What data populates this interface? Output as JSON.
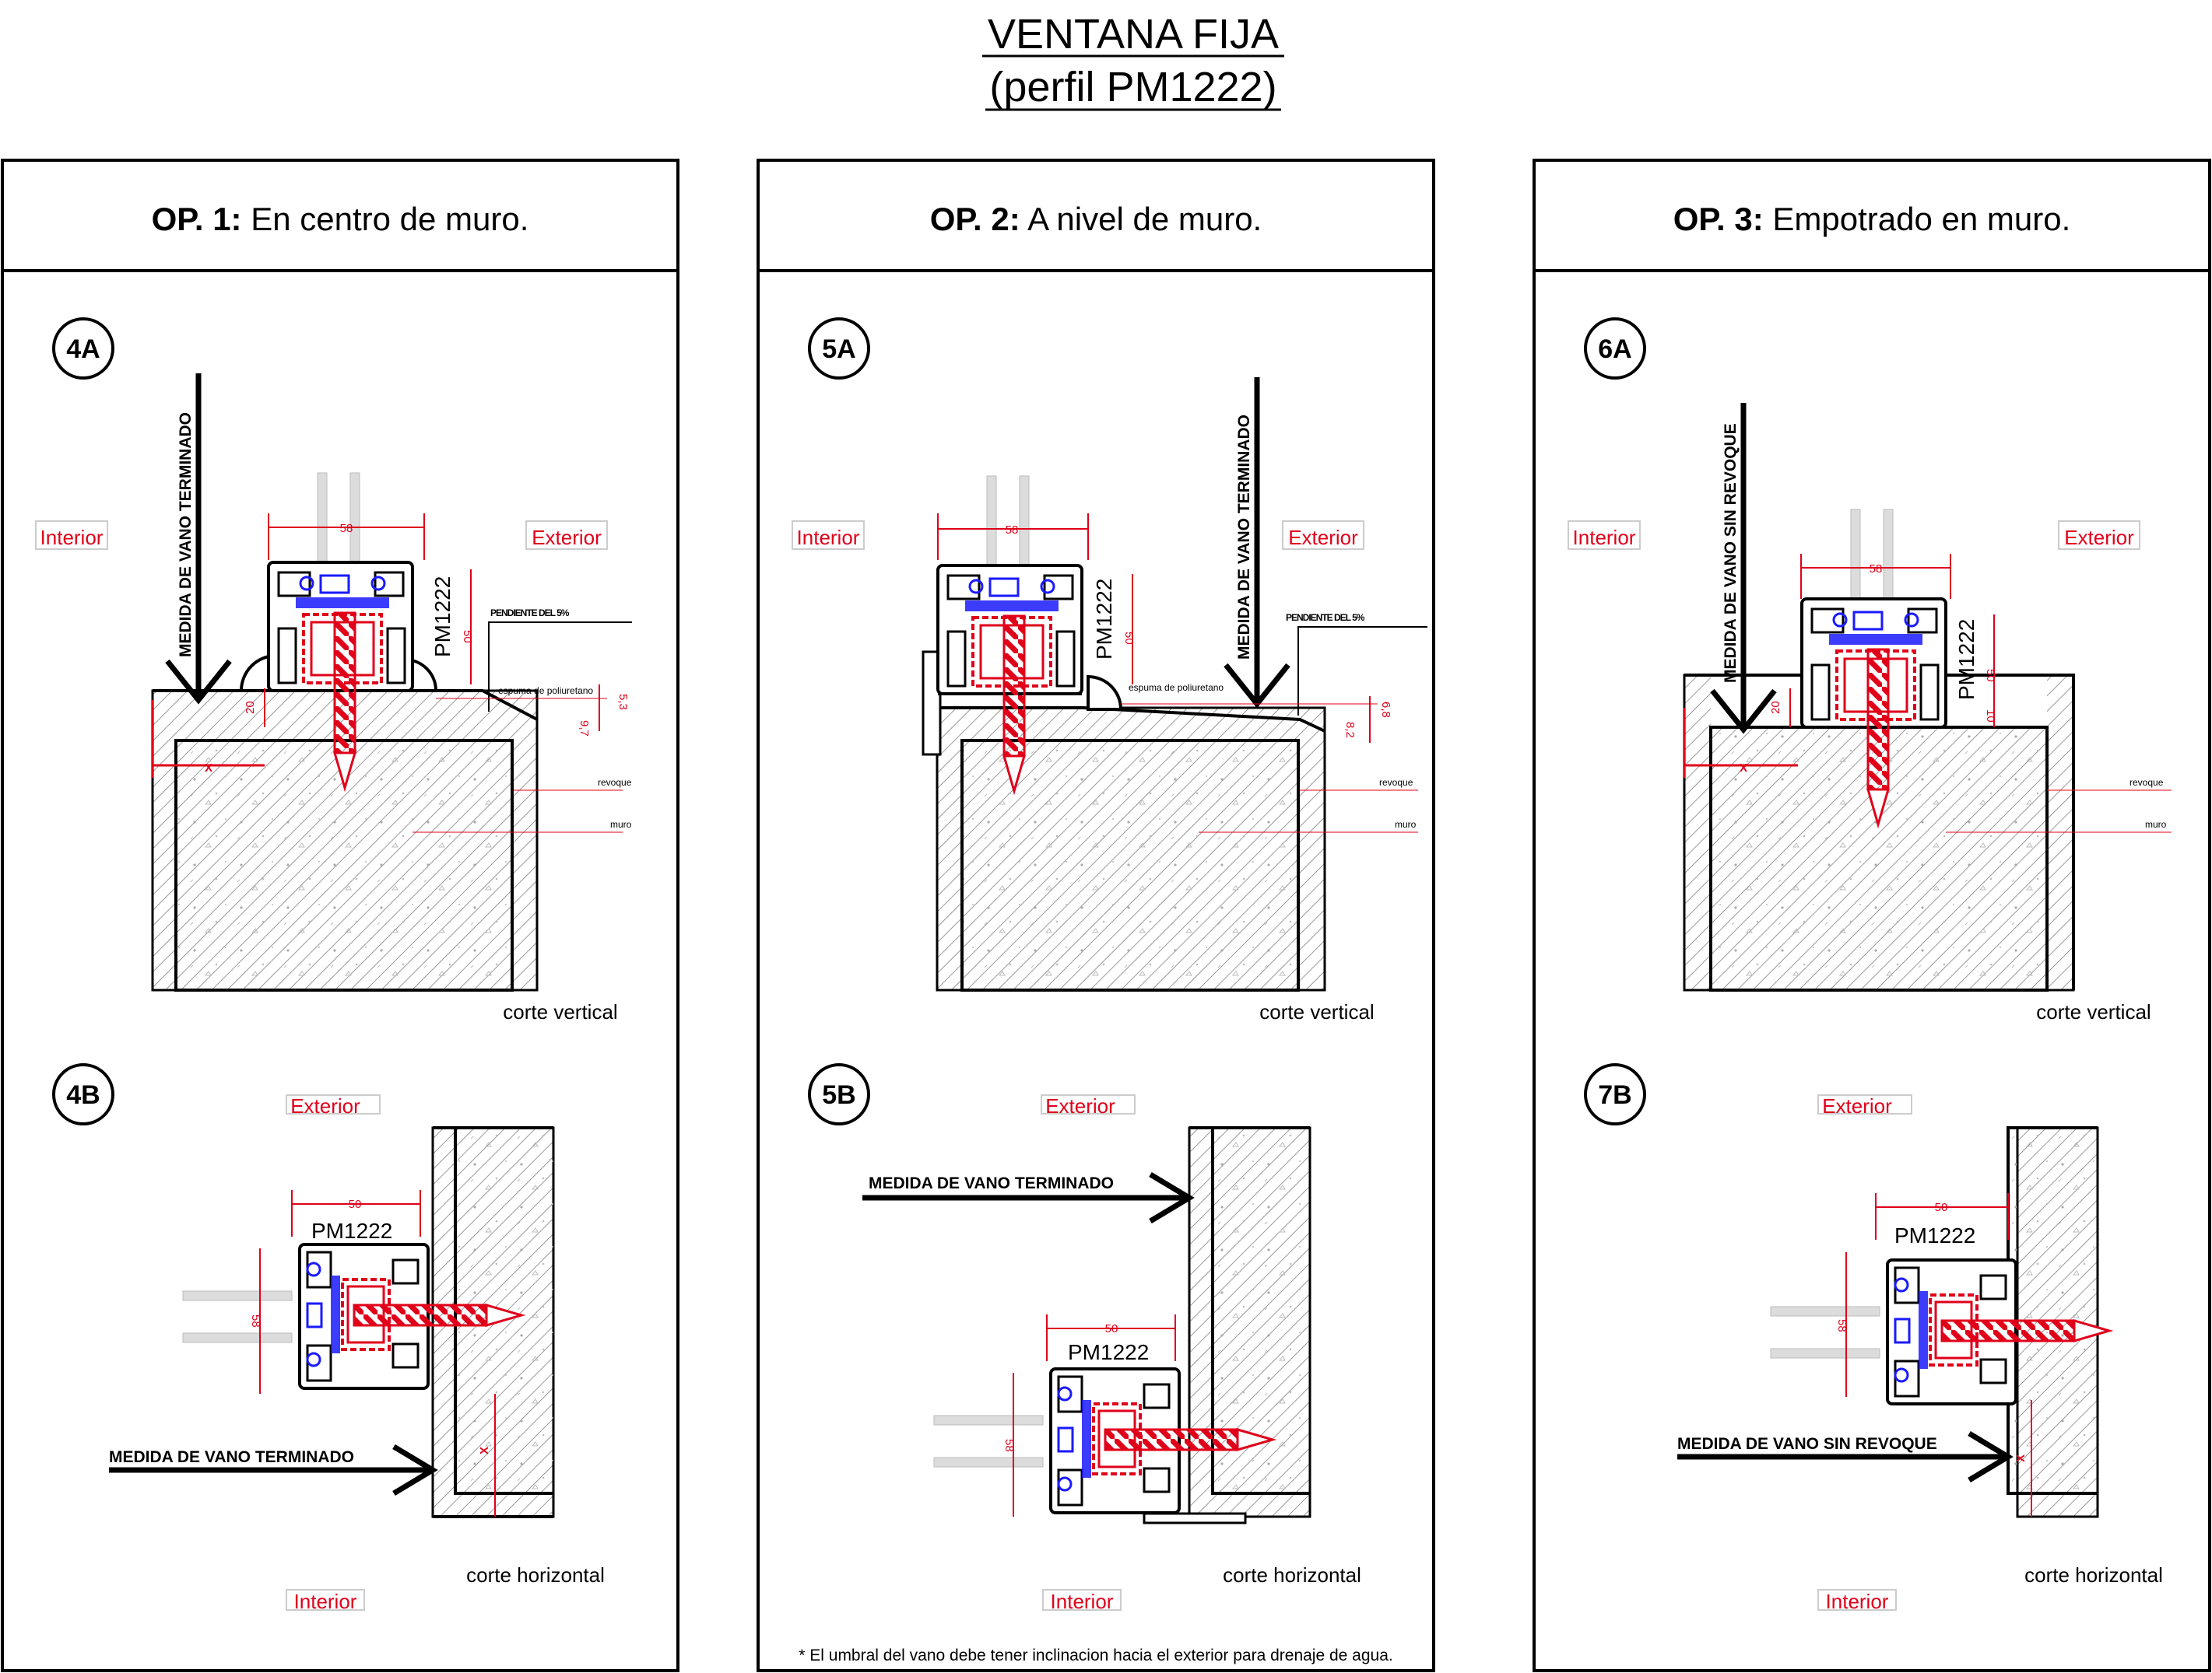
{
  "title": {
    "line1": "VENTANA FIJA",
    "line2": "(perfil PM1222)"
  },
  "panels": [
    {
      "op": "OP. 1:",
      "desc": " En centro de muro.",
      "top": "4A",
      "bottom": "4B",
      "interior": "Interior",
      "exterior": "Exterior",
      "vertical_label": "MEDIDA DE VANO TERMINADO",
      "horizontal_label": "MEDIDA DE VANO TERMINADO",
      "caption_top": "corte vertical",
      "caption_bottom": "corte horizontal"
    },
    {
      "op": "OP. 2:",
      "desc": " A nivel de muro.",
      "top": "5A",
      "bottom": "5B",
      "interior": "Interior",
      "exterior": "Exterior",
      "vertical_label": "MEDIDA DE VANO TERMINADO",
      "horizontal_label": "MEDIDA DE VANO TERMINADO",
      "caption_top": "corte vertical",
      "caption_bottom": "corte horizontal"
    },
    {
      "op": "OP. 3:",
      "desc": " Empotrado en muro.",
      "top": "6A",
      "bottom": "7B",
      "interior": "Interior",
      "exterior": "Exterior",
      "vertical_label": "MEDIDA DE VANO SIN REVOQUE",
      "horizontal_label": "MEDIDA DE VANO SIN REVOQUE",
      "caption_top": "corte vertical",
      "caption_bottom": "corte horizontal"
    }
  ],
  "labels": {
    "profile": "PM1222",
    "slope": "PENDIENTE DEL 5%",
    "foam": "espuma de poliuretano",
    "render": "revoque",
    "wall": "muro",
    "x_mark": "X"
  },
  "dims": {
    "width58": "58",
    "width50": "50",
    "height50": "50",
    "d20": "20",
    "d10": "10",
    "p1_a": "5,3",
    "p1_b": "9,7",
    "p2_a": "6,8",
    "p2_b": "8,2"
  },
  "footnote": "* El umbral del vano debe tener inclinacion hacia el exterior para drenaje de agua.",
  "colors": {
    "accent_red": "#e0001a",
    "gasket_blue": "#1a1aff",
    "glass_grey": "#d9d9d9"
  }
}
